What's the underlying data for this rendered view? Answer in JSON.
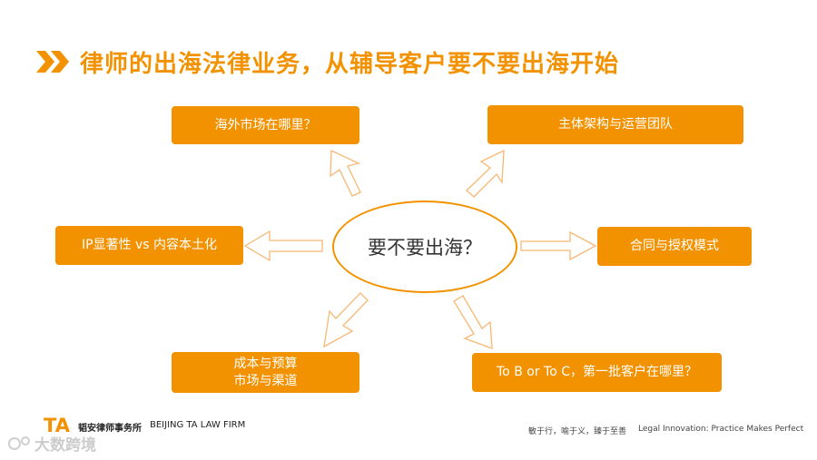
{
  "slide": {
    "title": "律师的出海法律业务，从辅导客户要不要出海开始",
    "center_label": "要不要出海？",
    "nodes": {
      "overseas_market": "海外市场在哪里？",
      "entity_structure": "主体架构与运营团队",
      "ip_localization": "IP显著性 vs 内容本土化",
      "contract_license": "合同与授权模式",
      "cost_budget_line1": "成本与预算",
      "cost_budget_line2": "市场与渠道",
      "first_customers": "To B or To C，第一批客户在哪里？"
    }
  },
  "footer": {
    "logo_text": "TA",
    "firm_name_cn": "韬安律师事务所",
    "firm_name_en": "BEIJING TA LAW FIRM",
    "motto": "敏于行，喻于义，臻于至善",
    "slogan": "Legal Innovation: Practice Makes Perfect"
  },
  "watermark": {
    "text": "大数跨境"
  },
  "colors": {
    "accent": "#f39200",
    "arrow_stroke": "#f6b874",
    "text_dark": "#333333"
  }
}
